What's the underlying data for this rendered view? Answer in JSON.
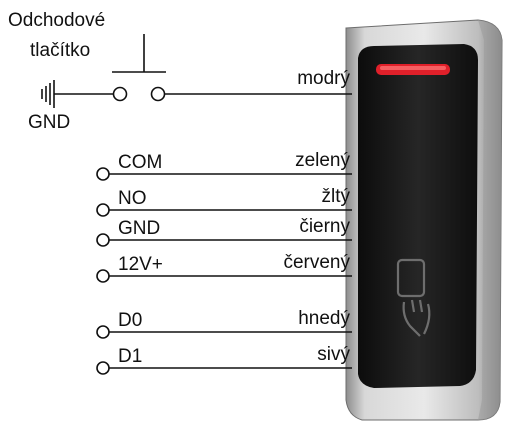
{
  "button": {
    "label_line1": "Odchodové",
    "label_line2": "tlačítko",
    "ground_label": "GND",
    "wire_color": "modrý"
  },
  "terminals": [
    {
      "name": "COM",
      "color": "zelený"
    },
    {
      "name": "NO",
      "color": "žltý"
    },
    {
      "name": "GND",
      "color": "čierny"
    },
    {
      "name": "12V+",
      "color": "červený"
    },
    {
      "name": "D0",
      "color": "hnedý"
    },
    {
      "name": "D1",
      "color": "sivý"
    }
  ],
  "colors": {
    "line": "#111111",
    "reader_body": "#c9c9c9",
    "reader_face": "#141414",
    "led": "#e0202a"
  },
  "icons": {
    "ground": "ground-symbol-icon",
    "card": "rfid-card-hand-icon"
  }
}
